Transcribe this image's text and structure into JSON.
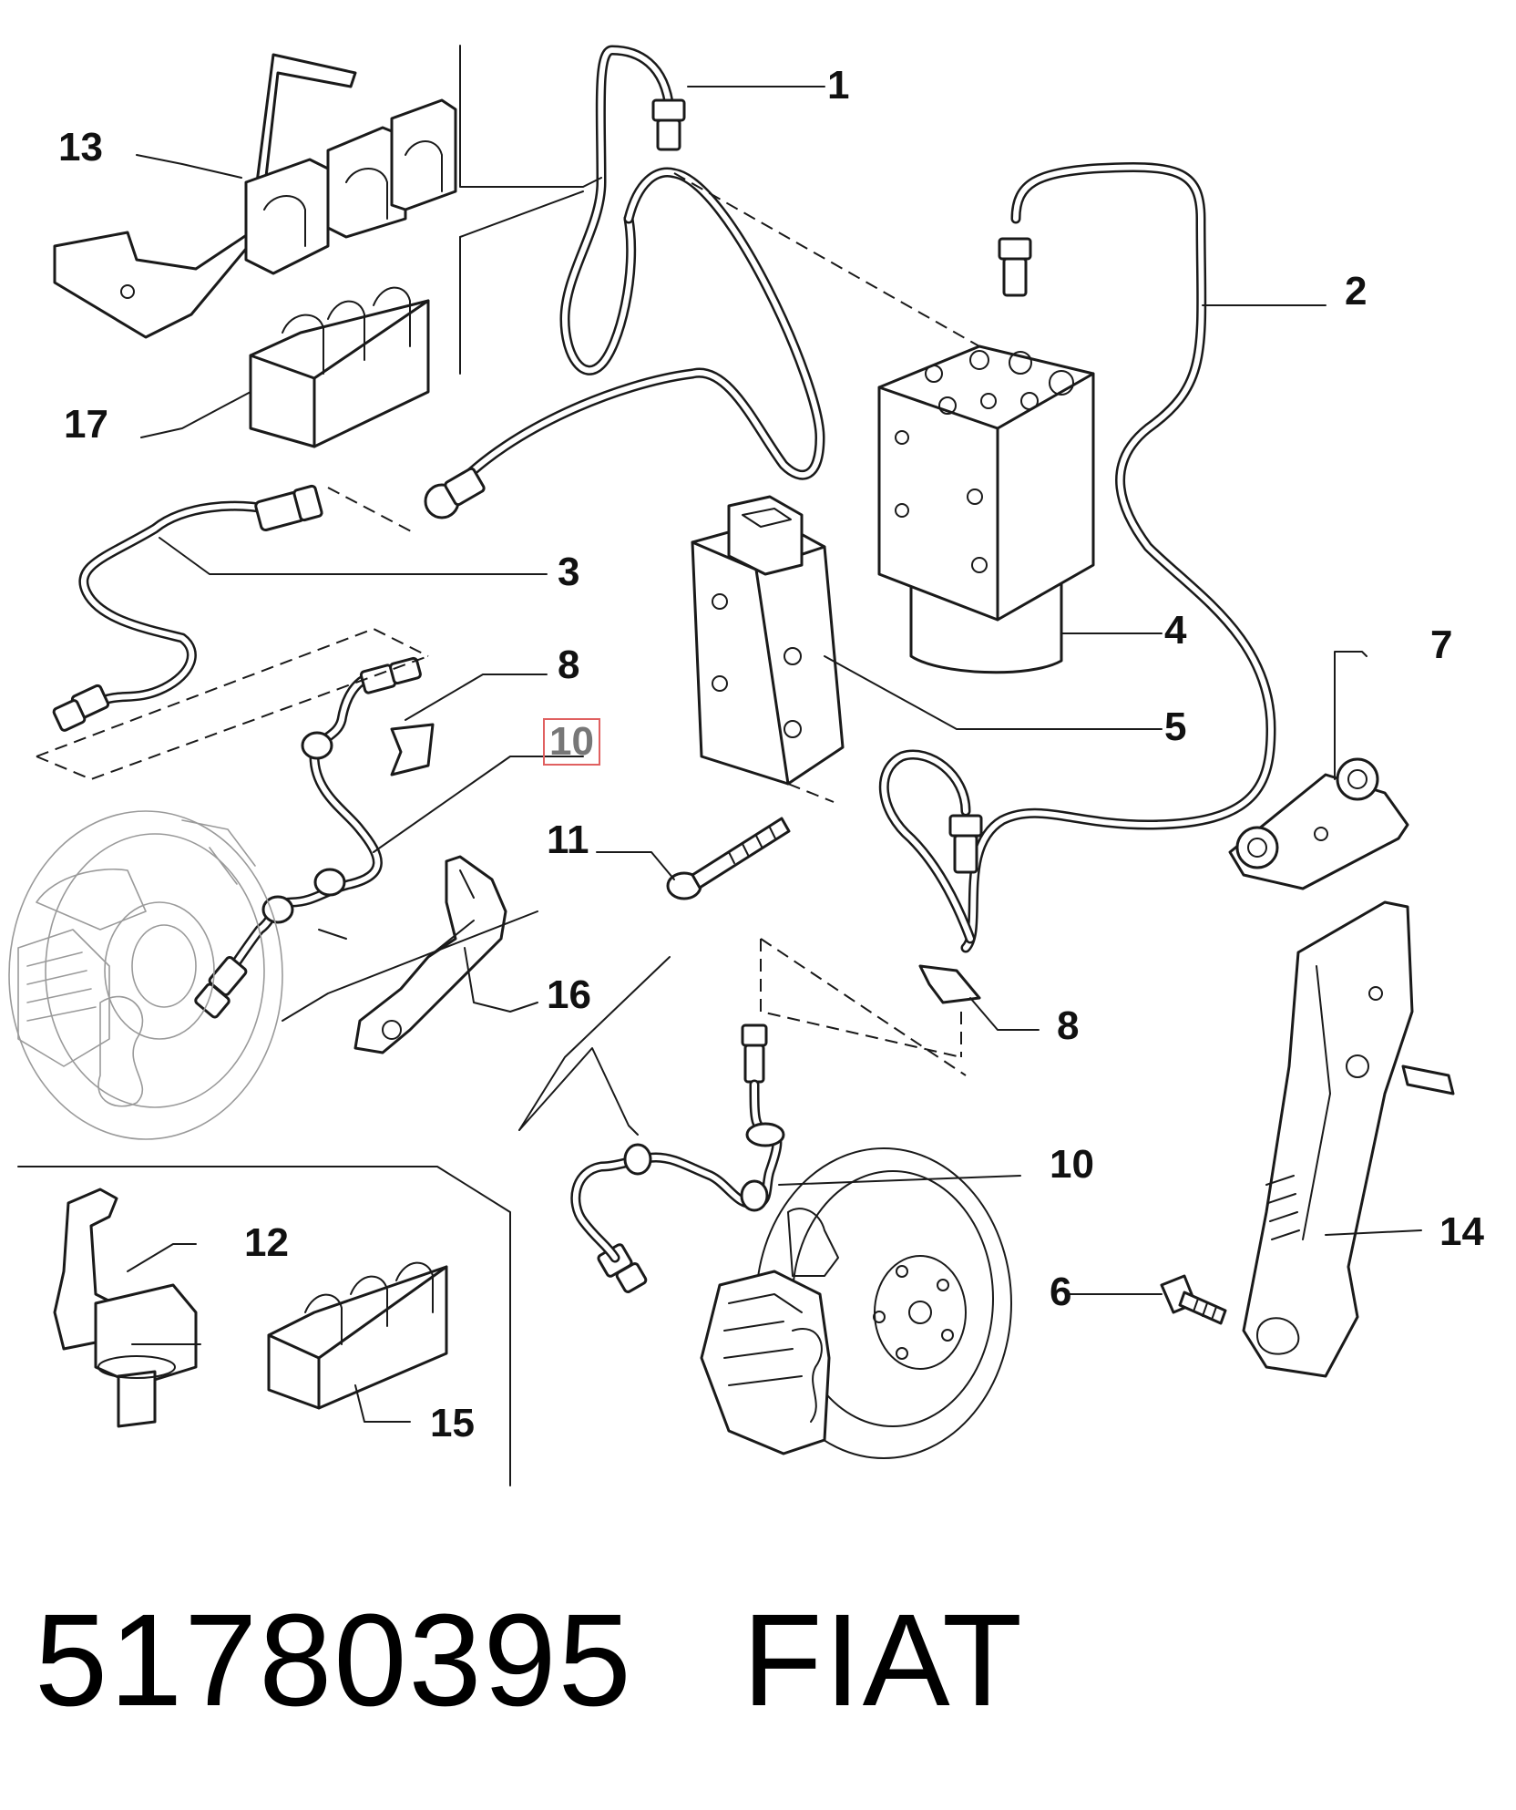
{
  "callouts": {
    "c1": "1",
    "c2": "2",
    "c3": "3",
    "c4": "4",
    "c5": "5",
    "c6": "6",
    "c7": "7",
    "c8a": "8",
    "c8b": "8",
    "c10a": "10",
    "c10b": "10",
    "c11": "11",
    "c12": "12",
    "c13": "13",
    "c14": "14",
    "c15": "15",
    "c16": "16",
    "c17": "17"
  },
  "part": {
    "number": "51780395",
    "brand": "FIAT"
  }
}
